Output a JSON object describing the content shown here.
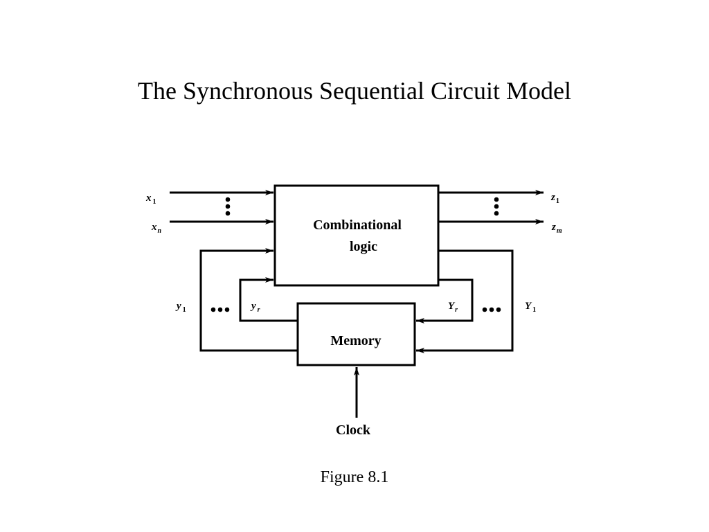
{
  "title": "The Synchronous Sequential Circuit Model",
  "caption": "Figure 8.1",
  "diagram": {
    "blocks": {
      "combinational": {
        "line1": "Combinational",
        "line2": "logic"
      },
      "memory": {
        "label": "Memory"
      }
    },
    "inputs": [
      {
        "var": "x",
        "sub": "1"
      },
      {
        "var": "x",
        "sub": "n"
      }
    ],
    "outputs": [
      {
        "var": "z",
        "sub": "1"
      },
      {
        "var": "z",
        "sub": "m"
      }
    ],
    "present_state": [
      {
        "var": "y",
        "sub": "1"
      },
      {
        "var": "y",
        "sub": "r"
      }
    ],
    "next_state": [
      {
        "var": "Y",
        "sub": "r"
      },
      {
        "var": "Y",
        "sub": "1"
      }
    ],
    "clock": {
      "label": "Clock"
    },
    "ellipsis": "•••"
  }
}
